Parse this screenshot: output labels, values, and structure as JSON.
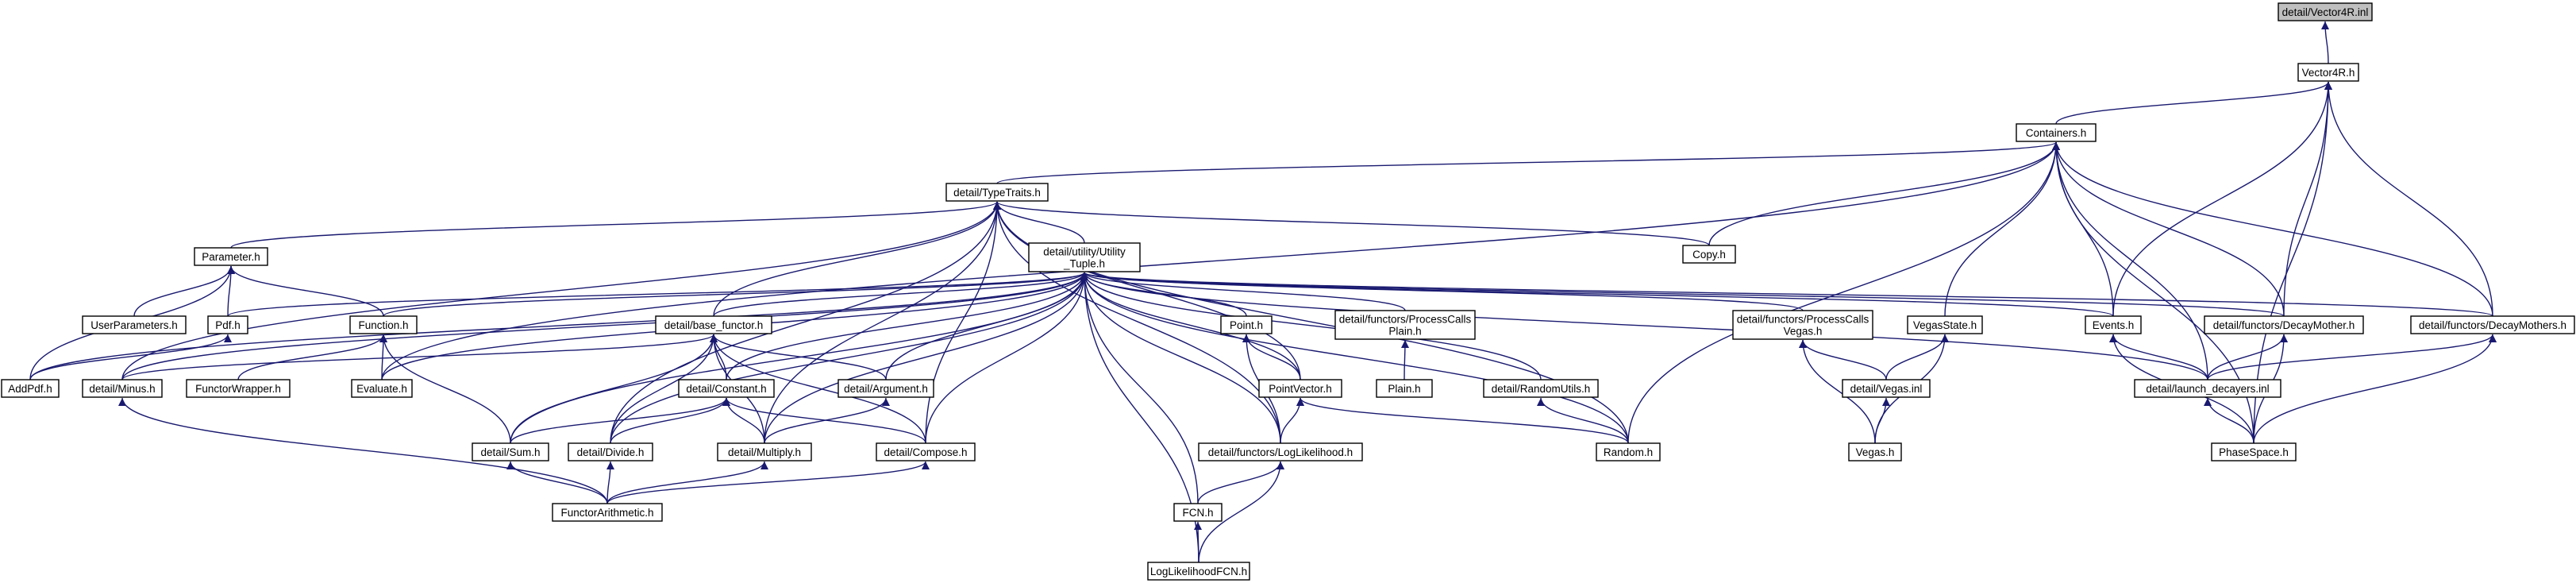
{
  "colors": {
    "edge": "#191970",
    "node_border": "#000000",
    "root_fill": "#bfbfbf",
    "node_fill": "#ffffff"
  },
  "nodes": {
    "vector4r_inl": [
      "detail/Vector4R.inl"
    ],
    "vector4r_h": [
      "Vector4R.h"
    ],
    "containers_h": [
      "Containers.h"
    ],
    "typetraits_h": [
      "detail/TypeTraits.h"
    ],
    "utility_tuple_h": [
      "detail/utility/Utility",
      "_Tuple.h"
    ],
    "copy_h": [
      "Copy.h"
    ],
    "parameter_h": [
      "Parameter.h"
    ],
    "userparameters_h": [
      "UserParameters.h"
    ],
    "pdf_h": [
      "Pdf.h"
    ],
    "function_h": [
      "Function.h"
    ],
    "addpdf_h": [
      "AddPdf.h"
    ],
    "minus_h": [
      "detail/Minus.h"
    ],
    "functorwrapper_h": [
      "FunctorWrapper.h"
    ],
    "evaluate_h": [
      "Evaluate.h"
    ],
    "base_functor_h": [
      "detail/base_functor.h"
    ],
    "constant_h": [
      "detail/Constant.h"
    ],
    "argument_h": [
      "detail/Argument.h"
    ],
    "sum_h": [
      "detail/Sum.h"
    ],
    "divide_h": [
      "detail/Divide.h"
    ],
    "multiply_h": [
      "detail/Multiply.h"
    ],
    "compose_h": [
      "detail/Compose.h"
    ],
    "functorarithmetic_h": [
      "FunctorArithmetic.h"
    ],
    "point_h": [
      "Point.h"
    ],
    "pointvector_h": [
      "PointVector.h"
    ],
    "processcalls_plain_h": [
      "detail/functors/ProcessCalls",
      "Plain.h"
    ],
    "plain_h": [
      "Plain.h"
    ],
    "loglikelihood_h": [
      "detail/functors/LogLikelihood.h"
    ],
    "fcn_h": [
      "FCN.h"
    ],
    "loglikelihoodfcn_h": [
      "LogLikelihoodFCN.h"
    ],
    "randomutils_h": [
      "detail/RandomUtils.h"
    ],
    "random_h": [
      "Random.h"
    ],
    "processcalls_vegas_h": [
      "detail/functors/ProcessCalls",
      "Vegas.h"
    ],
    "vegas_inl": [
      "detail/Vegas.inl"
    ],
    "vegas_h": [
      "Vegas.h"
    ],
    "vegasstate_h": [
      "VegasState.h"
    ],
    "events_h": [
      "Events.h"
    ],
    "decaymother_h": [
      "detail/functors/DecayMother.h"
    ],
    "decaymothers_h": [
      "detail/functors/DecayMothers.h"
    ],
    "launch_decayers_inl": [
      "detail/launch_decayers.inl"
    ],
    "phasespace_h": [
      "PhaseSpace.h"
    ]
  },
  "edges": [
    [
      "vector4r_inl",
      "vector4r_h"
    ],
    [
      "vector4r_h",
      "containers_h"
    ],
    [
      "vector4r_h",
      "events_h"
    ],
    [
      "vector4r_h",
      "decaymother_h"
    ],
    [
      "vector4r_h",
      "decaymothers_h"
    ],
    [
      "vector4r_h",
      "phasespace_h"
    ],
    [
      "containers_h",
      "typetraits_h"
    ],
    [
      "containers_h",
      "copy_h"
    ],
    [
      "containers_h",
      "evaluate_h"
    ],
    [
      "containers_h",
      "random_h"
    ],
    [
      "containers_h",
      "vegasstate_h"
    ],
    [
      "containers_h",
      "events_h"
    ],
    [
      "containers_h",
      "decaymother_h"
    ],
    [
      "containers_h",
      "decaymothers_h"
    ],
    [
      "containers_h",
      "launch_decayers_inl"
    ],
    [
      "containers_h",
      "phasespace_h"
    ],
    [
      "typetraits_h",
      "utility_tuple_h"
    ],
    [
      "typetraits_h",
      "parameter_h"
    ],
    [
      "typetraits_h",
      "copy_h"
    ],
    [
      "typetraits_h",
      "minus_h"
    ],
    [
      "typetraits_h",
      "base_functor_h"
    ],
    [
      "typetraits_h",
      "divide_h"
    ],
    [
      "typetraits_h",
      "multiply_h"
    ],
    [
      "typetraits_h",
      "compose_h"
    ],
    [
      "typetraits_h",
      "pointvector_h"
    ],
    [
      "typetraits_h",
      "loglikelihood_h"
    ],
    [
      "typetraits_h",
      "random_h"
    ],
    [
      "utility_tuple_h",
      "function_h"
    ],
    [
      "utility_tuple_h",
      "pdf_h"
    ],
    [
      "utility_tuple_h",
      "addpdf_h"
    ],
    [
      "utility_tuple_h",
      "minus_h"
    ],
    [
      "utility_tuple_h",
      "evaluate_h"
    ],
    [
      "utility_tuple_h",
      "base_functor_h"
    ],
    [
      "utility_tuple_h",
      "constant_h"
    ],
    [
      "utility_tuple_h",
      "argument_h"
    ],
    [
      "utility_tuple_h",
      "sum_h"
    ],
    [
      "utility_tuple_h",
      "divide_h"
    ],
    [
      "utility_tuple_h",
      "multiply_h"
    ],
    [
      "utility_tuple_h",
      "compose_h"
    ],
    [
      "utility_tuple_h",
      "point_h"
    ],
    [
      "utility_tuple_h",
      "pointvector_h"
    ],
    [
      "utility_tuple_h",
      "processcalls_plain_h"
    ],
    [
      "utility_tuple_h",
      "loglikelihood_h"
    ],
    [
      "utility_tuple_h",
      "fcn_h"
    ],
    [
      "utility_tuple_h",
      "loglikelihoodfcn_h"
    ],
    [
      "utility_tuple_h",
      "randomutils_h"
    ],
    [
      "utility_tuple_h",
      "random_h"
    ],
    [
      "utility_tuple_h",
      "processcalls_vegas_h"
    ],
    [
      "utility_tuple_h",
      "events_h"
    ],
    [
      "utility_tuple_h",
      "decaymother_h"
    ],
    [
      "utility_tuple_h",
      "decaymothers_h"
    ],
    [
      "utility_tuple_h",
      "launch_decayers_inl"
    ],
    [
      "parameter_h",
      "userparameters_h"
    ],
    [
      "parameter_h",
      "pdf_h"
    ],
    [
      "parameter_h",
      "function_h"
    ],
    [
      "parameter_h",
      "addpdf_h"
    ],
    [
      "pdf_h",
      "addpdf_h"
    ],
    [
      "function_h",
      "functorwrapper_h"
    ],
    [
      "function_h",
      "evaluate_h"
    ],
    [
      "function_h",
      "sum_h"
    ],
    [
      "base_functor_h",
      "minus_h"
    ],
    [
      "base_functor_h",
      "constant_h"
    ],
    [
      "base_functor_h",
      "argument_h"
    ],
    [
      "base_functor_h",
      "sum_h"
    ],
    [
      "base_functor_h",
      "divide_h"
    ],
    [
      "base_functor_h",
      "multiply_h"
    ],
    [
      "base_functor_h",
      "compose_h"
    ],
    [
      "constant_h",
      "sum_h"
    ],
    [
      "constant_h",
      "divide_h"
    ],
    [
      "constant_h",
      "multiply_h"
    ],
    [
      "constant_h",
      "compose_h"
    ],
    [
      "argument_h",
      "multiply_h"
    ],
    [
      "sum_h",
      "functorarithmetic_h"
    ],
    [
      "divide_h",
      "functorarithmetic_h"
    ],
    [
      "multiply_h",
      "functorarithmetic_h"
    ],
    [
      "compose_h",
      "functorarithmetic_h"
    ],
    [
      "minus_h",
      "functorarithmetic_h"
    ],
    [
      "point_h",
      "pointvector_h"
    ],
    [
      "point_h",
      "loglikelihood_h"
    ],
    [
      "pointvector_h",
      "loglikelihood_h"
    ],
    [
      "pointvector_h",
      "random_h"
    ],
    [
      "processcalls_plain_h",
      "plain_h"
    ],
    [
      "loglikelihood_h",
      "fcn_h"
    ],
    [
      "loglikelihood_h",
      "loglikelihoodfcn_h"
    ],
    [
      "fcn_h",
      "loglikelihoodfcn_h"
    ],
    [
      "randomutils_h",
      "random_h"
    ],
    [
      "processcalls_vegas_h",
      "vegas_inl"
    ],
    [
      "processcalls_vegas_h",
      "vegas_h"
    ],
    [
      "vegasstate_h",
      "vegas_inl"
    ],
    [
      "vegasstate_h",
      "vegas_h"
    ],
    [
      "vegas_inl",
      "vegas_h"
    ],
    [
      "events_h",
      "launch_decayers_inl"
    ],
    [
      "events_h",
      "phasespace_h"
    ],
    [
      "decaymother_h",
      "launch_decayers_inl"
    ],
    [
      "decaymother_h",
      "phasespace_h"
    ],
    [
      "decaymothers_h",
      "launch_decayers_inl"
    ],
    [
      "decaymothers_h",
      "phasespace_h"
    ],
    [
      "launch_decayers_inl",
      "phasespace_h"
    ]
  ]
}
